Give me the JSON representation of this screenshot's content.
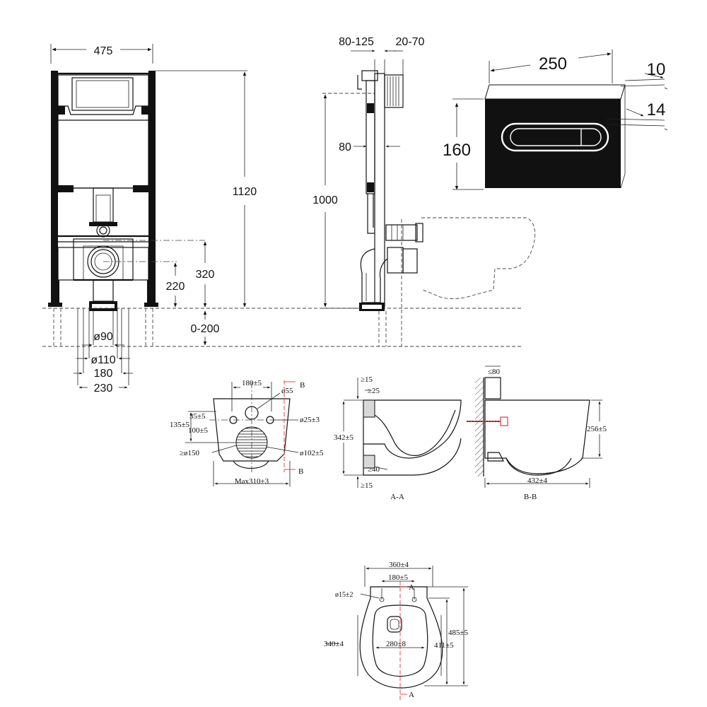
{
  "frame_front": {
    "width": "475",
    "height": "1120",
    "height_320": "320",
    "height_220": "220",
    "floor_range": "0-200",
    "d90": "ø90",
    "d110": "ø110",
    "w180": "180",
    "w230": "230"
  },
  "frame_side": {
    "depth_range": "80-125",
    "offset_range": "20-70",
    "height_1000": "1000",
    "depth_80": "80"
  },
  "flush_plate": {
    "width": "250",
    "height": "160",
    "thickness": "10",
    "button_depth": "14"
  },
  "bowl_back": {
    "w180": "180±5",
    "d55": "ø55",
    "d25": "ø25±3",
    "d102": "ø102±5",
    "d150": "≥ø150",
    "h135": "135±5",
    "h35": "35±5",
    "h100": "100±5",
    "width_max": "Max310±3",
    "section_b": "B"
  },
  "bowl_section_aa": {
    "min15_top": "≥15",
    "min25": "≥25",
    "height": "342±5",
    "min40": "≥40",
    "min15_bottom": "≥15",
    "caption": "A-A"
  },
  "bowl_section_bb": {
    "max80": "≤80",
    "height": "256±5",
    "length": "432±4",
    "caption": "B-B"
  },
  "bowl_top": {
    "width": "360±4",
    "w180": "180±5",
    "d15": "ø15±2",
    "w340": "340±4",
    "w280": "280±8",
    "l485": "485±5",
    "l411": "411±5",
    "section_a": "A"
  }
}
